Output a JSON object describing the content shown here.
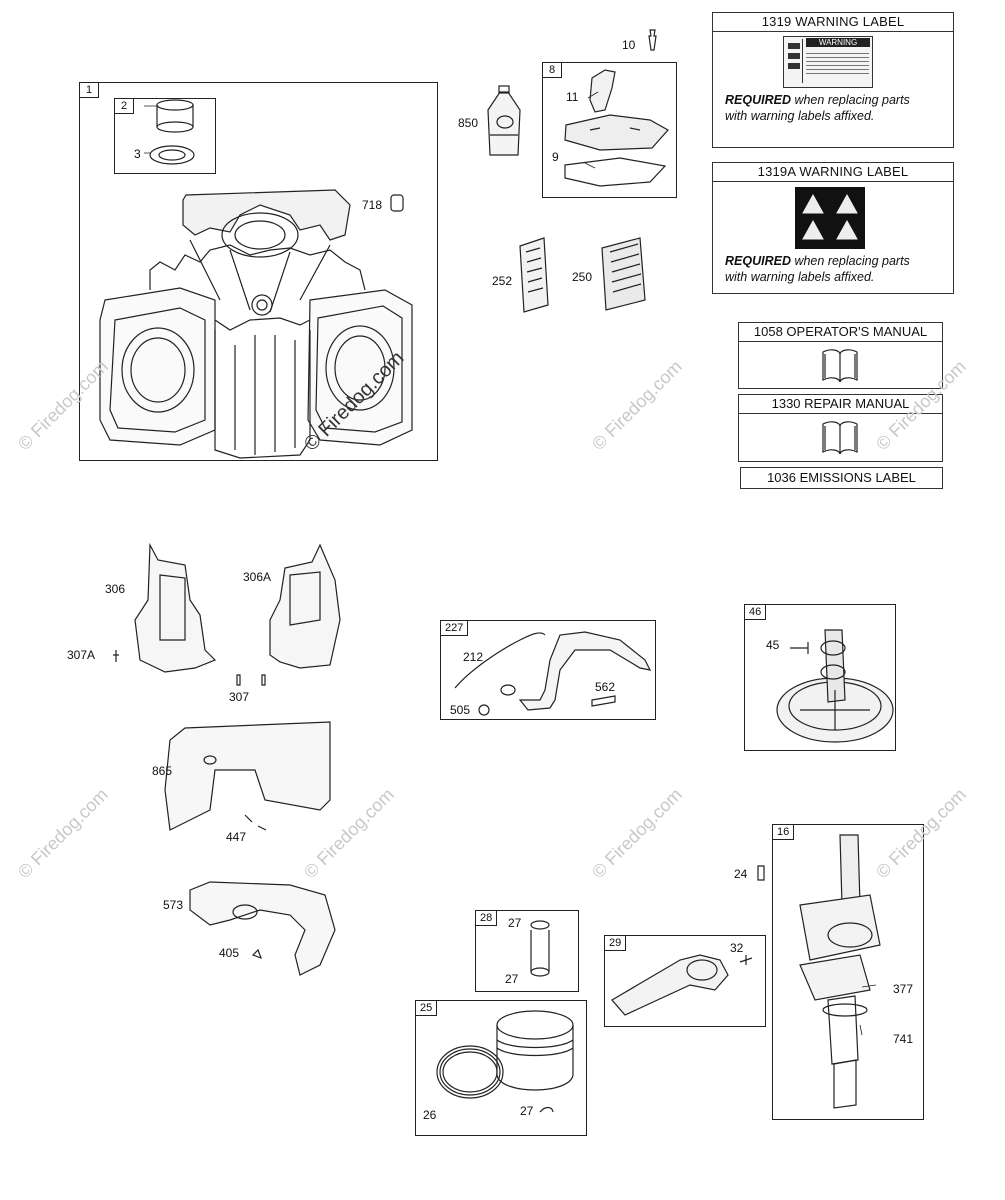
{
  "watermark": "© Firedog.com",
  "callouts": {
    "c1": "1",
    "c2": "2",
    "c3": "3",
    "c718": "718",
    "c10": "10",
    "c850": "850",
    "c8": "8",
    "c11": "11",
    "c9": "9",
    "c252": "252",
    "c250": "250",
    "c306": "306",
    "c306A": "306A",
    "c307A": "307A",
    "c307": "307",
    "c865": "865",
    "c447": "447",
    "c573": "573",
    "c405": "405",
    "c227": "227",
    "c212": "212",
    "c505": "505",
    "c562": "562",
    "c46": "46",
    "c45": "45",
    "c16": "16",
    "c24": "24",
    "c377": "377",
    "c741": "741",
    "c28": "28",
    "c27a": "27",
    "c27b": "27",
    "c29": "29",
    "c32": "32",
    "c25": "25",
    "c26": "26",
    "c27c": "27"
  },
  "labels": {
    "w1319": {
      "title": "1319 WARNING LABEL",
      "req_bold": "REQUIRED",
      "req_rest1": " when replacing parts",
      "req_line2": "with warning labels affixed.",
      "sticker_title": "WARNING"
    },
    "w1319A": {
      "title": "1319A WARNING LABEL",
      "req_bold": "REQUIRED",
      "req_rest1": " when replacing parts",
      "req_line2": "with warning labels affixed."
    },
    "m1058": {
      "title": "1058 OPERATOR'S MANUAL"
    },
    "m1330": {
      "title": "1330 REPAIR MANUAL"
    },
    "e1036": {
      "title": "1036 EMISSIONS LABEL"
    }
  },
  "colors": {
    "line": "#222222",
    "shade": "#dddddd",
    "watermark": "#c8c8c8"
  }
}
